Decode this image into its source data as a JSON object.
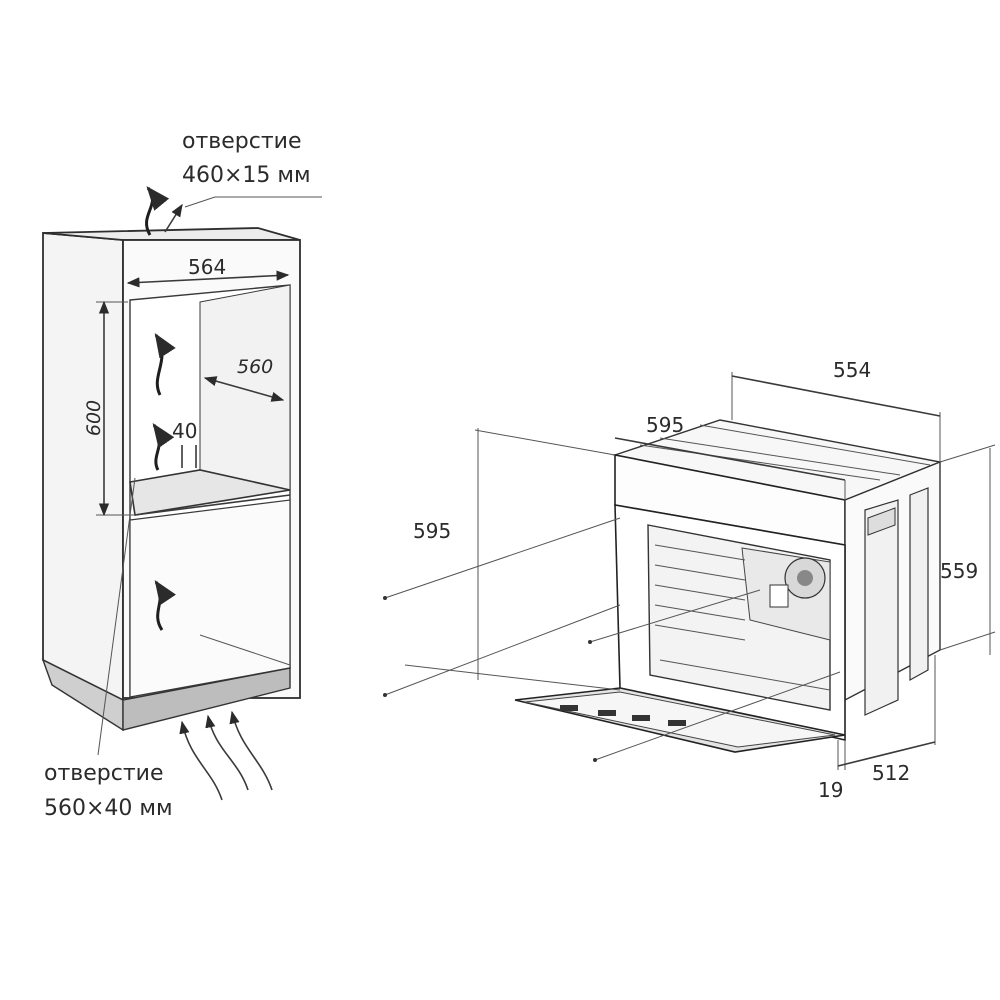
{
  "niche": {
    "top_vent": {
      "line1": "отверстие",
      "line2": "460×15 мм"
    },
    "bottom_vent": {
      "line1": "отверстие",
      "line2": "560×40 мм"
    },
    "width": "564",
    "depth": "560",
    "height": "600",
    "gap": "40"
  },
  "oven": {
    "top_depth": "554",
    "front_width": "595",
    "front_height": "595",
    "body_height": "559",
    "body_depth": "512",
    "panel_thickness": "19"
  }
}
